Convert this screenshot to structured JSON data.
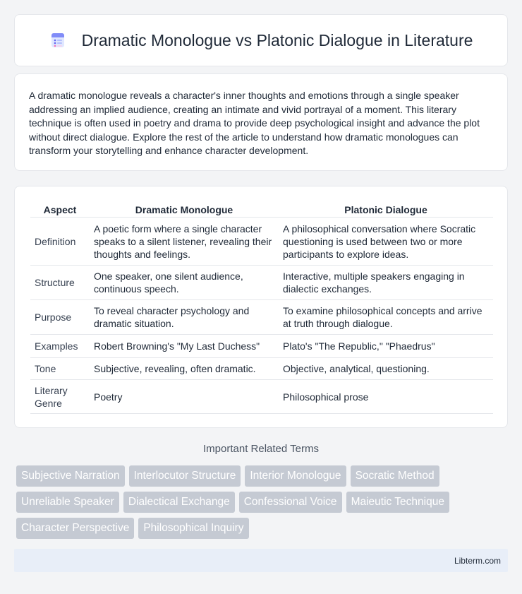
{
  "header": {
    "title": "Dramatic Monologue vs Platonic Dialogue in Literature",
    "icon": "document-list-icon"
  },
  "intro": {
    "text": "A dramatic monologue reveals a character's inner thoughts and emotions through a single speaker addressing an implied audience, creating an intimate and vivid portrayal of a moment. This literary technique is often used in poetry and drama to provide deep psychological insight and advance the plot without direct dialogue. Explore the rest of the article to understand how dramatic monologues can transform your storytelling and enhance character development."
  },
  "table": {
    "headers": [
      "Aspect",
      "Dramatic Monologue",
      "Platonic Dialogue"
    ],
    "rows": [
      {
        "aspect": "Definition",
        "monologue": "A poetic form where a single character speaks to a silent listener, revealing their thoughts and feelings.",
        "dialogue": "A philosophical conversation where Socratic questioning is used between two or more participants to explore ideas."
      },
      {
        "aspect": "Structure",
        "monologue": "One speaker, one silent audience, continuous speech.",
        "dialogue": "Interactive, multiple speakers engaging in dialectic exchanges."
      },
      {
        "aspect": "Purpose",
        "monologue": "To reveal character psychology and dramatic situation.",
        "dialogue": "To examine philosophical concepts and arrive at truth through dialogue."
      },
      {
        "aspect": "Examples",
        "monologue": "Robert Browning's \"My Last Duchess\"",
        "dialogue": "Plato's \"The Republic,\" \"Phaedrus\""
      },
      {
        "aspect": "Tone",
        "monologue": "Subjective, revealing, often dramatic.",
        "dialogue": "Objective, analytical, questioning."
      },
      {
        "aspect": "Literary Genre",
        "monologue": "Poetry",
        "dialogue": "Philosophical prose"
      }
    ]
  },
  "related": {
    "title": "Important Related Terms",
    "tags": [
      "Subjective Narration",
      "Interlocutor Structure",
      "Interior Monologue",
      "Socratic Method",
      "Unreliable Speaker",
      "Dialectical Exchange",
      "Confessional Voice",
      "Maieutic Technique",
      "Character Perspective",
      "Philosophical Inquiry"
    ]
  },
  "footer": {
    "text": "Libterm.com"
  },
  "colors": {
    "tag_bg": "#c5cad3",
    "footer_bg": "#e8eef8",
    "icon_accent": "#6366f1"
  }
}
